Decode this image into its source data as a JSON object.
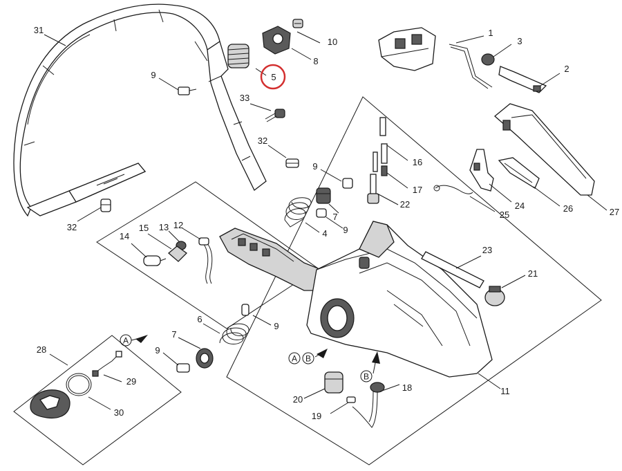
{
  "diagram": {
    "highlight_color": "#d32f2f",
    "highlighted_part": "5",
    "callouts": [
      {
        "id": "c1",
        "label": "1"
      },
      {
        "id": "c2",
        "label": "2"
      },
      {
        "id": "c3",
        "label": "3"
      },
      {
        "id": "c4",
        "label": "4"
      },
      {
        "id": "c5",
        "label": "5"
      },
      {
        "id": "c6",
        "label": "6"
      },
      {
        "id": "c7a",
        "label": "7"
      },
      {
        "id": "c7b",
        "label": "7"
      },
      {
        "id": "c8",
        "label": "8"
      },
      {
        "id": "c9a",
        "label": "9"
      },
      {
        "id": "c9b",
        "label": "9"
      },
      {
        "id": "c9c",
        "label": "9"
      },
      {
        "id": "c9d",
        "label": "9"
      },
      {
        "id": "c9e",
        "label": "9"
      },
      {
        "id": "c10",
        "label": "10"
      },
      {
        "id": "c11",
        "label": "11"
      },
      {
        "id": "c12",
        "label": "12"
      },
      {
        "id": "c13",
        "label": "13"
      },
      {
        "id": "c14",
        "label": "14"
      },
      {
        "id": "c15",
        "label": "15"
      },
      {
        "id": "c16",
        "label": "16"
      },
      {
        "id": "c17",
        "label": "17"
      },
      {
        "id": "c18",
        "label": "18"
      },
      {
        "id": "c19",
        "label": "19"
      },
      {
        "id": "c20",
        "label": "20"
      },
      {
        "id": "c21",
        "label": "21"
      },
      {
        "id": "c22",
        "label": "22"
      },
      {
        "id": "c23",
        "label": "23"
      },
      {
        "id": "c24",
        "label": "24"
      },
      {
        "id": "c25",
        "label": "25"
      },
      {
        "id": "c26",
        "label": "26"
      },
      {
        "id": "c27",
        "label": "27"
      },
      {
        "id": "c28",
        "label": "28"
      },
      {
        "id": "c29",
        "label": "29"
      },
      {
        "id": "c30",
        "label": "30"
      },
      {
        "id": "c31",
        "label": "31"
      },
      {
        "id": "c32a",
        "label": "32"
      },
      {
        "id": "c32b",
        "label": "32"
      },
      {
        "id": "c33",
        "label": "33"
      }
    ],
    "reference_markers": [
      {
        "id": "mA1",
        "label": "A"
      },
      {
        "id": "mA2",
        "label": "A"
      },
      {
        "id": "mB1",
        "label": "B"
      },
      {
        "id": "mB2",
        "label": "B"
      }
    ]
  }
}
